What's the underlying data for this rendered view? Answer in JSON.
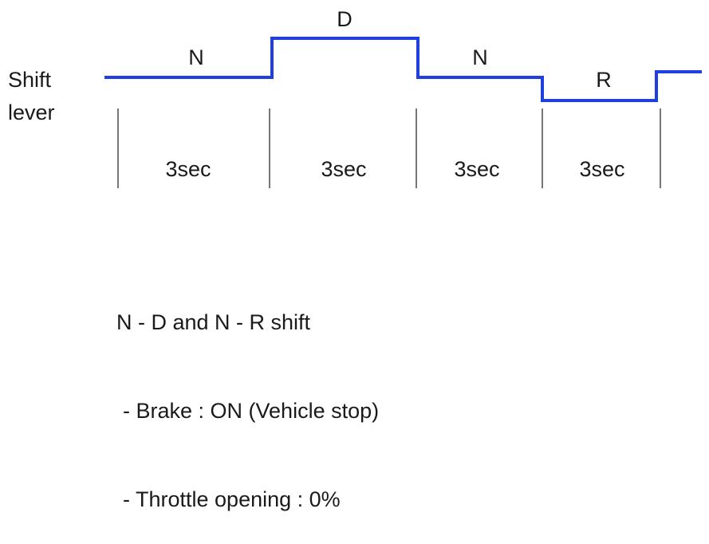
{
  "diagram": {
    "axis_label_line1": "Shift",
    "axis_label_line2": "lever",
    "levels": [
      {
        "position": "N",
        "duration": "3sec"
      },
      {
        "position": "D",
        "duration": "3sec"
      },
      {
        "position": "N",
        "duration": "3sec"
      },
      {
        "position": "R",
        "duration": "3sec"
      }
    ],
    "line_color": "#1f3fe0"
  },
  "notes": {
    "heading": "N - D and N - R shift",
    "items": [
      "- Brake : ON (Vehicle stop)",
      "- Throttle opening : 0%"
    ]
  }
}
